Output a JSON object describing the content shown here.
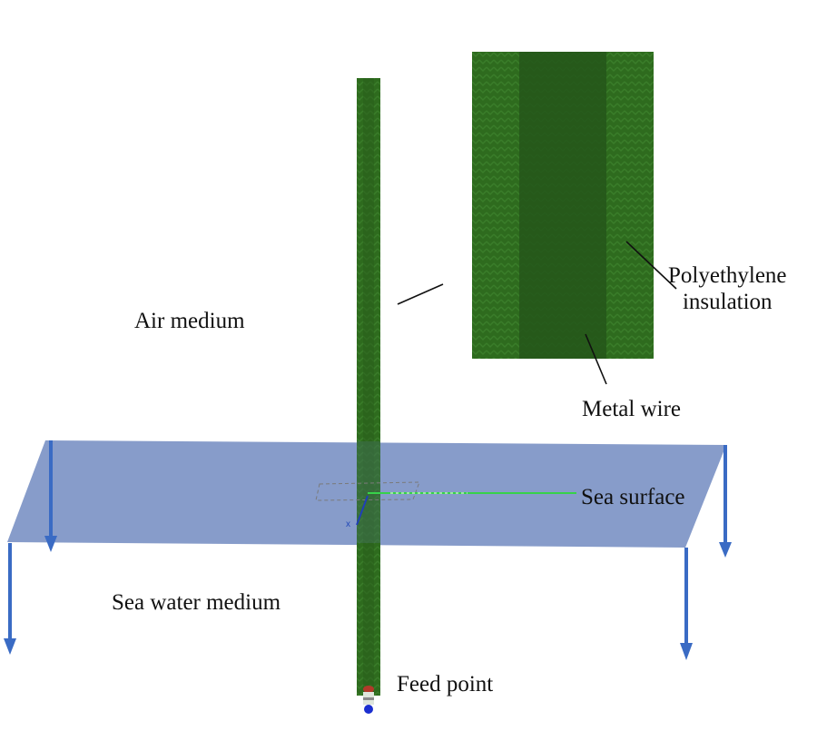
{
  "labels": {
    "air_medium": "Air medium",
    "polyethylene_line1": "Polyethylene",
    "polyethylene_line2": "insulation",
    "metal_wire": "Metal wire",
    "sea_surface": "Sea surface",
    "sea_water_medium": "Sea water medium",
    "feed_point": "Feed point",
    "axis_x": "x"
  },
  "colors": {
    "wire_green": "#2f6a1f",
    "wire_core": "#24561a",
    "sea_plane": "#8197c7",
    "arrow_blue": "#3a6bc4",
    "axis_green": "#37d24a",
    "feed_blue": "#1b2fd0"
  }
}
